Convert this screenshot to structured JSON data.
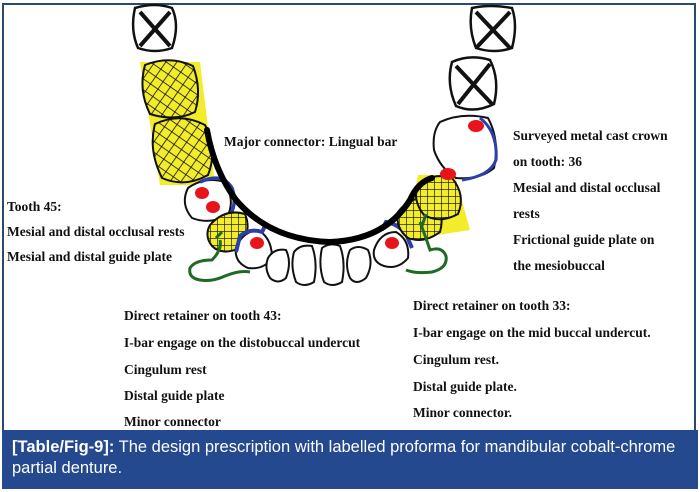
{
  "figure": {
    "labels": {
      "major_connector": "Major connector: Lingual bar",
      "tooth_45": {
        "title": "Tooth 45:",
        "lines": [
          "Mesial and distal occlusal rests",
          "Mesial and distal guide plate"
        ]
      },
      "tooth_36": {
        "lines": [
          "Surveyed metal cast crown",
          "on tooth: 36",
          "Mesial and distal occlusal",
          "rests",
          "Frictional guide plate on",
          "the mesiobuccal"
        ]
      },
      "tooth_43": {
        "title": "Direct retainer on tooth 43:",
        "lines": [
          "I-bar engage on the distobuccal undercut",
          "Cingulum rest",
          "Distal guide plate",
          "Minor connector"
        ]
      },
      "tooth_33": {
        "title": "Direct retainer on tooth 33:",
        "lines": [
          "I-bar engage on the mid buccal undercut.",
          "Cingulum rest.",
          "Distal guide plate.",
          "Minor connector."
        ]
      }
    },
    "legend_colors": {
      "missing_tooth_fill": "#f2ec2a",
      "rest": "#e8141c",
      "clasp_guide_plate": "#2a3fa8",
      "i_bar_retainer": "#1f6b24",
      "lingual_bar": "#000000"
    }
  },
  "caption": {
    "tag": "[Table/Fig-9]:",
    "text": " The design prescription with labelled proforma for mandibular cobalt-chrome partial denture."
  }
}
